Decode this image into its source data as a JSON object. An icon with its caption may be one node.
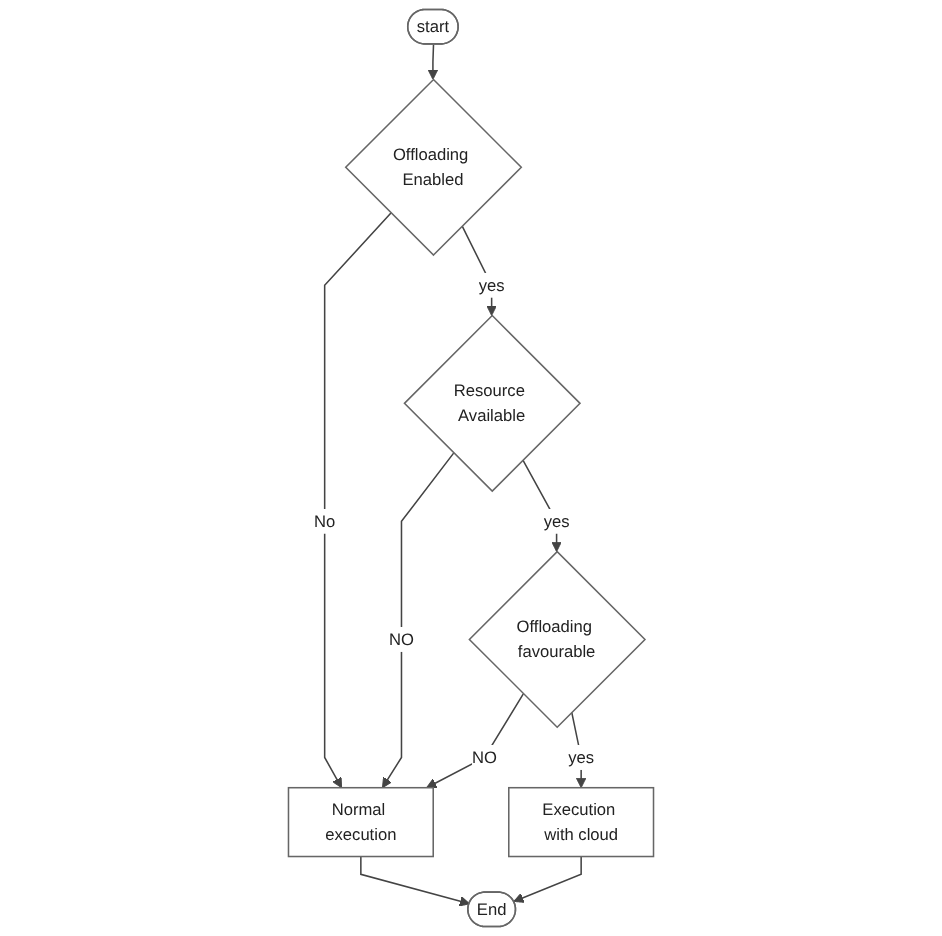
{
  "diagram": {
    "nodes": [
      {
        "text": [
          "start"
        ]
      },
      {
        "text": [
          "Offloading Enabled"
        ]
      },
      {
        "text": [
          "Resource Available"
        ]
      },
      {
        "text": [
          "Offloading favourable"
        ]
      },
      {
        "text": [
          "Normal execution"
        ]
      },
      {
        "text": [
          "Execution with cloud"
        ]
      },
      {
        "text": [
          "End"
        ]
      }
    ],
    "edges": [
      {
        "from": 0,
        "to": 1,
        "arrow": "to"
      },
      {
        "from": 1,
        "to": 4,
        "label": "No",
        "arrow": "to"
      },
      {
        "from": 1,
        "to": 2,
        "label": "yes",
        "arrow": "to"
      },
      {
        "from": 2,
        "to": 4,
        "label": "NO",
        "arrow": "to"
      },
      {
        "from": 2,
        "to": 3,
        "label": "yes",
        "arrow": "to"
      },
      {
        "from": 3,
        "to": 4,
        "label": "NO",
        "arrow": "to"
      },
      {
        "from": 3,
        "to": 5,
        "label": "yes",
        "arrow": "to"
      },
      {
        "from": 4,
        "to": 6,
        "arrow": "to"
      },
      {
        "from": 5,
        "to": 6,
        "arrow": "to"
      }
    ]
  }
}
